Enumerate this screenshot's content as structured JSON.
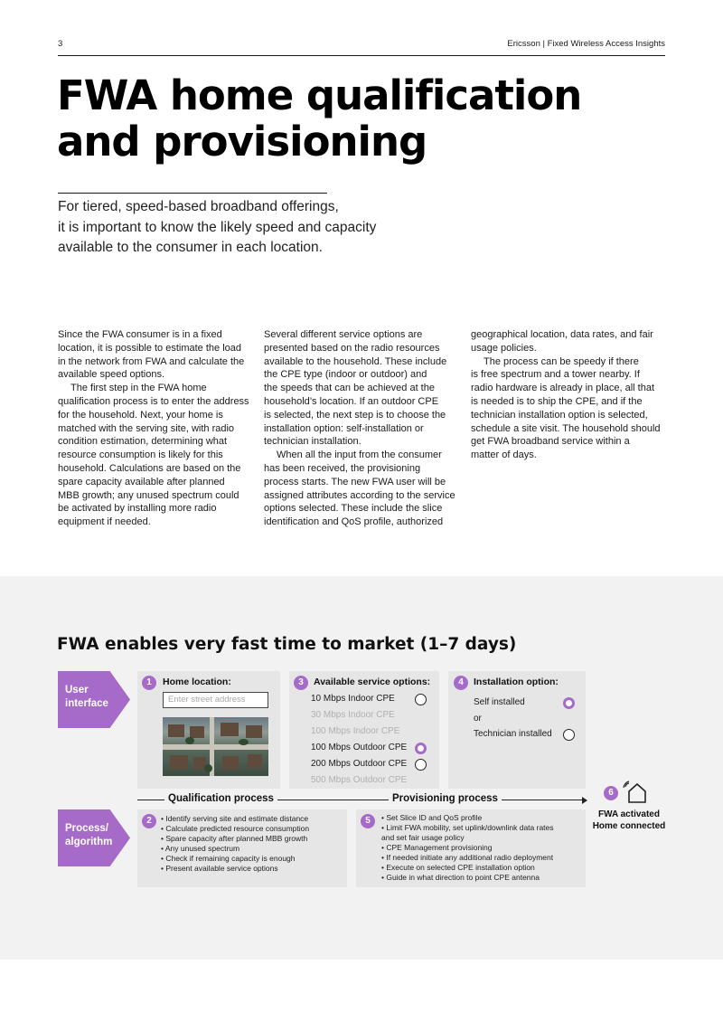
{
  "header": {
    "page_number": "3",
    "brand": "Ericsson  |  Fixed Wireless Access Insights"
  },
  "title_lines": [
    "FWA home qualification",
    "and provisioning"
  ],
  "intro_lines": [
    "For tiered, speed-based broadband offerings,",
    "it is important to know the likely speed and capacity",
    "available to the consumer in each location."
  ],
  "columns": [
    [
      {
        "t": "Since the FWA consumer is in a fixed",
        "i": false
      },
      {
        "t": "location, it is possible to estimate the load",
        "i": false
      },
      {
        "t": "in the network from FWA and calculate the",
        "i": false
      },
      {
        "t": "available speed options.",
        "i": false
      },
      {
        "t": "The first step in the FWA home",
        "i": true
      },
      {
        "t": "qualification process is to enter the address",
        "i": false
      },
      {
        "t": "for the household. Next, your home is",
        "i": false
      },
      {
        "t": "matched with the serving site, with radio",
        "i": false
      },
      {
        "t": "condition estimation, determining what",
        "i": false
      },
      {
        "t": "resource consumption is likely for this",
        "i": false
      },
      {
        "t": "household. Calculations are based on the",
        "i": false
      },
      {
        "t": "spare capacity available after planned",
        "i": false
      },
      {
        "t": "MBB growth; any unused spectrum could",
        "i": false
      },
      {
        "t": "be activated by installing more radio",
        "i": false
      },
      {
        "t": "equipment if needed.",
        "i": false
      }
    ],
    [
      {
        "t": "Several different service options are",
        "i": false
      },
      {
        "t": "presented based on the radio resources",
        "i": false
      },
      {
        "t": "available to the household. These include",
        "i": false
      },
      {
        "t": "the CPE type (indoor or outdoor) and",
        "i": false
      },
      {
        "t": "the speeds that can be achieved at the",
        "i": false
      },
      {
        "t": "household’s location. If an outdoor CPE",
        "i": false
      },
      {
        "t": "is selected, the next step is to choose the",
        "i": false
      },
      {
        "t": "installation option: self-installation or",
        "i": false
      },
      {
        "t": "technician installation.",
        "i": false
      },
      {
        "t": "When all the input from the consumer",
        "i": true
      },
      {
        "t": "has been received, the provisioning",
        "i": false
      },
      {
        "t": "process starts. The new FWA user will be",
        "i": false
      },
      {
        "t": "assigned attributes according to the service",
        "i": false
      },
      {
        "t": "options selected. These include the slice",
        "i": false
      },
      {
        "t": "identification and QoS profile, authorized",
        "i": false
      }
    ],
    [
      {
        "t": "geographical location, data rates, and fair",
        "i": false
      },
      {
        "t": "usage policies.",
        "i": false
      },
      {
        "t": "The process can be speedy if there",
        "i": true
      },
      {
        "t": "is free spectrum and a tower nearby. If",
        "i": false
      },
      {
        "t": "radio hardware is already in place, all that",
        "i": false
      },
      {
        "t": "is needed is to ship the CPE, and if the",
        "i": false
      },
      {
        "t": "technician installation option is selected,",
        "i": false
      },
      {
        "t": "schedule a site visit. The household should",
        "i": false
      },
      {
        "t": "get FWA broadband service within a",
        "i": false
      },
      {
        "t": "matter of days.",
        "i": false
      }
    ]
  ],
  "figure": {
    "title": "FWA enables very fast time to market (1–7 days)",
    "accent_color": "#a66bc9",
    "user_interface_lines": [
      "User",
      "interface"
    ],
    "process_lines": [
      "Process/",
      "algorithm"
    ],
    "step1": {
      "num": "1",
      "title": "Home location:",
      "placeholder": "Enter street address"
    },
    "step2": {
      "num": "2",
      "bullets": [
        "• Identify serving site and estimate distance",
        "• Calculate predicted resource consumption",
        "• Spare capacity after planned MBB growth",
        "• Any unused spectrum",
        "• Check if remaining capacity is enough",
        "• Present available service options"
      ]
    },
    "step3": {
      "num": "3",
      "title": "Available service options:",
      "options": [
        {
          "label": "10 Mbps Indoor CPE",
          "state": "empty"
        },
        {
          "label": "30 Mbps Indoor CPE",
          "state": "dim"
        },
        {
          "label": "100 Mbps Indoor CPE",
          "state": "dim"
        },
        {
          "label": "100 Mbps Outdoor CPE",
          "state": "selected"
        },
        {
          "label": "200 Mbps Outdoor CPE",
          "state": "empty"
        },
        {
          "label": "500 Mbps Outdoor CPE",
          "state": "dim"
        }
      ]
    },
    "step4": {
      "num": "4",
      "title": "Installation option:",
      "self_label": "Self installed",
      "or_label": "or",
      "tech_label": "Technician installed"
    },
    "step5": {
      "num": "5",
      "bullets": [
        "• Set Slice ID and QoS profile",
        "• Limit FWA mobility, set uplink/downlink data rates",
        "   and set fair usage policy",
        "• CPE Management provisioning",
        "• If needed initiate any additional radio deployment",
        "• Execute on selected CPE installation option",
        "• Guide in what direction to point CPE antenna"
      ]
    },
    "step6": {
      "num": "6",
      "lines": [
        "FWA activated",
        "Home connected"
      ],
      "icon": "house-wireless-icon"
    },
    "qualification_label": "Qualification process",
    "provisioning_label": "Provisioning process"
  }
}
